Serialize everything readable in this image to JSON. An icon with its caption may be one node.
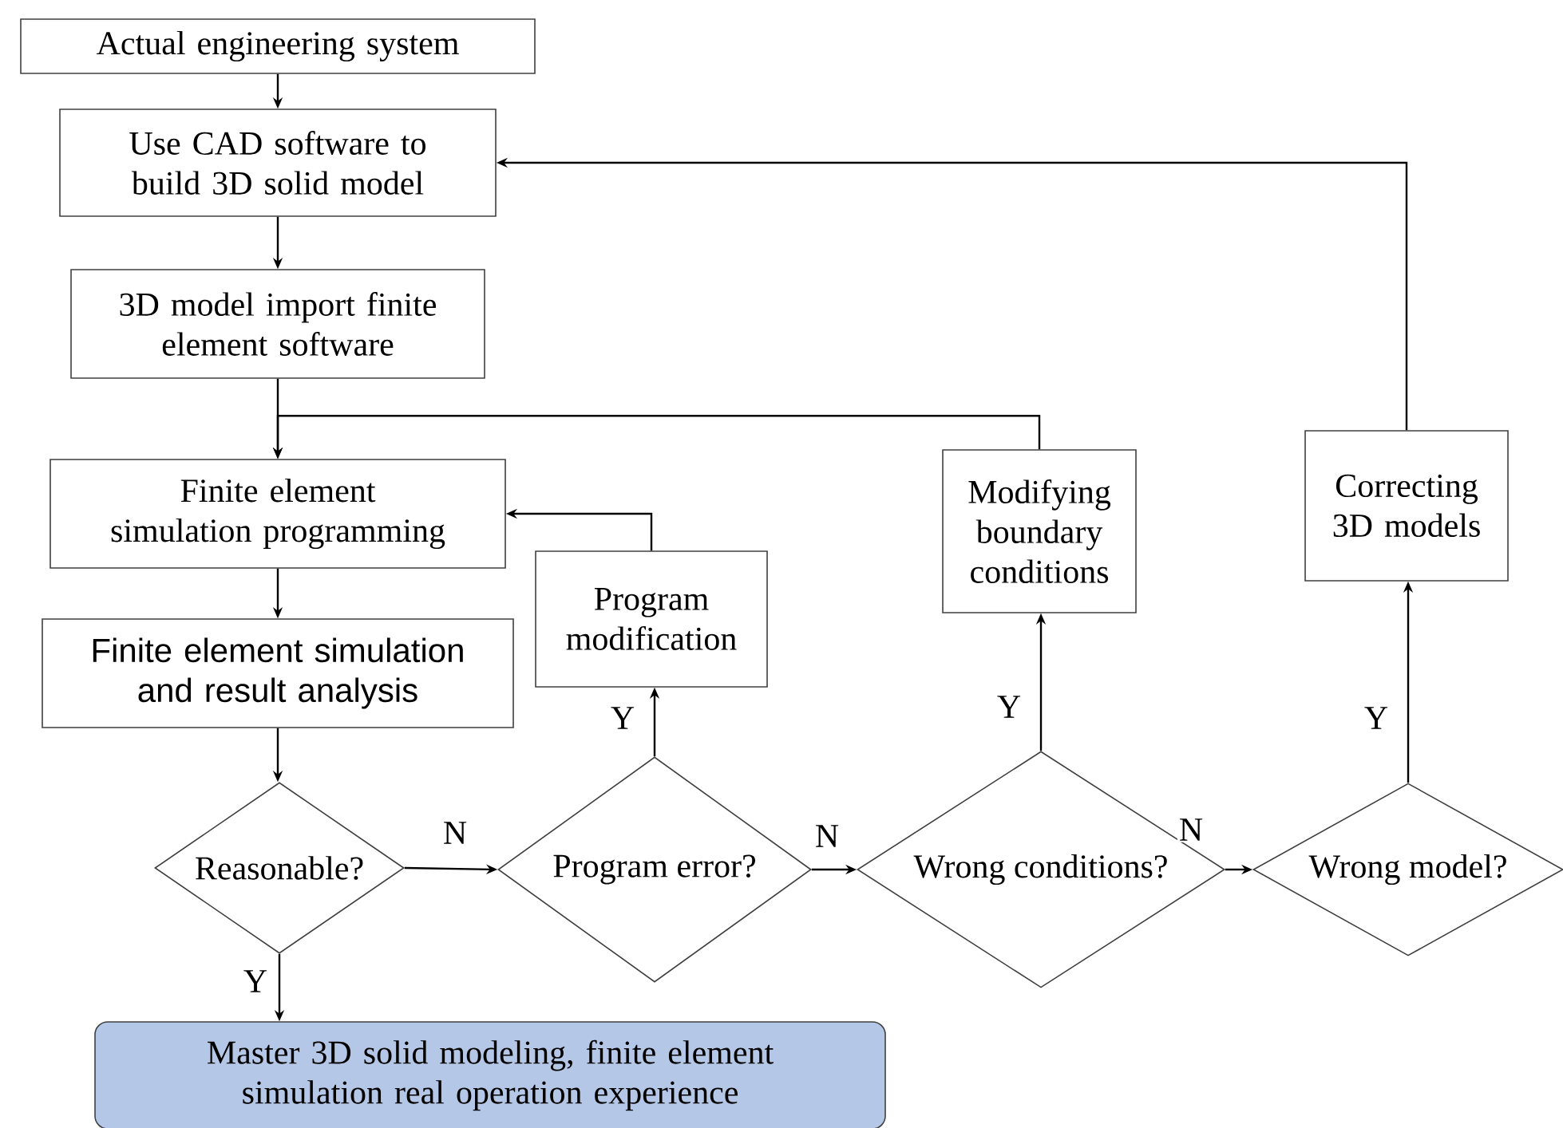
{
  "diagram": {
    "nodes": [
      {
        "text": [
          "Actual engineering system"
        ]
      },
      {
        "text": [
          "Use CAD software to build 3D solid model"
        ]
      },
      {
        "text": [
          "3D model import finite element software"
        ]
      },
      {
        "text": [
          "Finite element simulation programming"
        ]
      },
      {
        "text": [
          "Finite element simulation and result analysis"
        ]
      },
      {
        "text": [
          "Reasonable?"
        ]
      },
      {
        "text": [
          "Program error?"
        ]
      },
      {
        "text": [
          "Wrong conditions?"
        ]
      },
      {
        "text": [
          "Wrong model?"
        ]
      },
      {
        "text": [
          "Program modification"
        ]
      },
      {
        "text": [
          "Modifying boundary conditions"
        ]
      },
      {
        "text": [
          "Correcting 3D models"
        ]
      },
      {
        "text": [
          "Master 3D solid modeling, finite element simulation real operation experience"
        ]
      }
    ],
    "edges": [
      {
        "from": 0,
        "to": 1,
        "arrow": "to"
      },
      {
        "from": 1,
        "to": 2,
        "arrow": "to"
      },
      {
        "from": 2,
        "to": 3,
        "arrow": "to"
      },
      {
        "from": 3,
        "to": 4,
        "arrow": "to"
      },
      {
        "from": 4,
        "to": 5,
        "arrow": "to"
      },
      {
        "from": 5,
        "to": 6,
        "arrow": "to",
        "label": "N"
      },
      {
        "from": 6,
        "to": 7,
        "arrow": "to",
        "label": "N"
      },
      {
        "from": 7,
        "to": 8,
        "arrow": "to",
        "label": "N"
      },
      {
        "from": 5,
        "to": 12,
        "arrow": "to",
        "label": "Y"
      },
      {
        "from": 6,
        "to": 9,
        "arrow": "to",
        "label": "Y"
      },
      {
        "from": 7,
        "to": 10,
        "arrow": "to",
        "label": "Y"
      },
      {
        "from": 8,
        "to": 11,
        "arrow": "to",
        "label": "Y"
      },
      {
        "from": 9,
        "to": 3,
        "arrow": "to"
      },
      {
        "from": 10,
        "to": 3,
        "arrow": "to"
      },
      {
        "from": 11,
        "to": 1,
        "arrow": "to"
      }
    ]
  }
}
